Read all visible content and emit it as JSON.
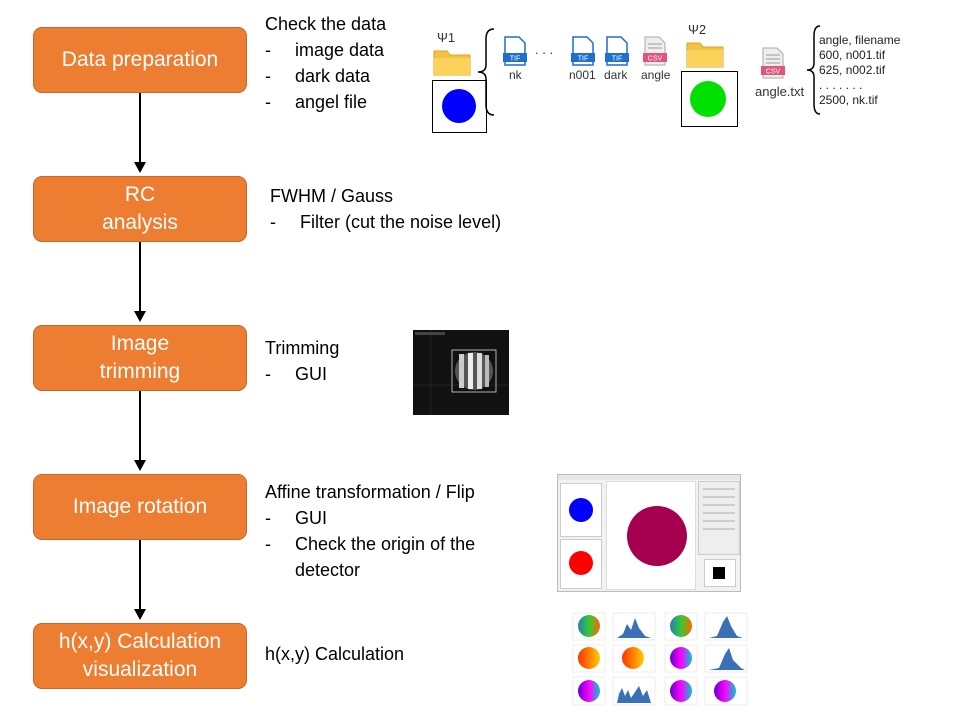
{
  "steps": [
    {
      "label": "Data preparation"
    },
    {
      "label": "RC\nanalysis"
    },
    {
      "label": "Image\ntrimming"
    },
    {
      "label": "Image rotation"
    },
    {
      "label": "h(x,y) Calculation\nvisualization"
    }
  ],
  "descriptions": {
    "prep": {
      "title": "Check the data",
      "items": [
        "image data",
        "dark data",
        "angel file"
      ]
    },
    "rc": {
      "title": "FWHM / Gauss",
      "items": [
        "Filter (cut the noise level)"
      ]
    },
    "trim": {
      "title": "Trimming",
      "items": [
        "GUI"
      ]
    },
    "rot": {
      "title": "Affine transformation / Flip",
      "items": [
        "GUI",
        "Check the origin of the\ndetector"
      ]
    },
    "calc": {
      "title": "h(x,y) Calculation"
    }
  },
  "bullet_char": "-",
  "files": {
    "psi1": "Ψ1",
    "psi2": "Ψ2",
    "nk": "nk",
    "n001": "n001",
    "dark": "dark",
    "angle": "angle",
    "ellipsis": ". . .",
    "angle_txt": "angle.txt",
    "tif_tag": "TIF",
    "csv_tag": "CSV",
    "angle_lines": [
      "angle, filename",
      "600, n001.tif",
      "625, n002.tif",
      ". . . .   . . .",
      "2500, nk.tif"
    ]
  },
  "colors": {
    "step": "#ed7d31",
    "blue": "#0000ff",
    "green": "#00e000",
    "red": "#ff0000",
    "magenta": "#a50050",
    "folder": "#f5c242",
    "tif": "#1f6fd1",
    "csv": "#e0557a"
  }
}
